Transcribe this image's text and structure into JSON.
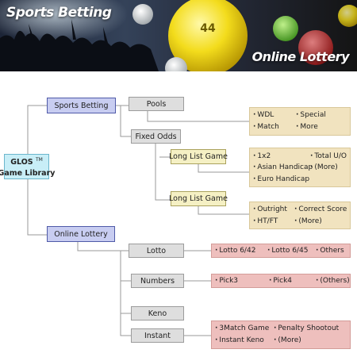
{
  "banner": {
    "title_left": "Sports Betting",
    "title_right": "Online Lottery",
    "ball_number": "44"
  },
  "root": {
    "line1": "GLOS",
    "tm": "TM",
    "line2": "Game Library"
  },
  "sports_betting": {
    "label": "Sports Betting",
    "pools": {
      "label": "Pools",
      "items": [
        "WDL",
        "Special",
        "Match",
        "More"
      ]
    },
    "fixed_odds": {
      "label": "Fixed Odds",
      "long_list_1": {
        "label": "Long List Game",
        "items": [
          "1x2",
          "Total U/O",
          "Asian Handicap",
          "(More)",
          "Euro Handicap"
        ]
      },
      "long_list_2": {
        "label": "Long List Game",
        "items": [
          "Outright",
          "Correct Score",
          "HT/FT",
          "(More)"
        ]
      }
    }
  },
  "online_lottery": {
    "label": "Online Lottery",
    "lotto": {
      "label": "Lotto",
      "items": [
        "Lotto 6/42",
        "Lotto 6/45",
        "Others"
      ]
    },
    "numbers": {
      "label": "Numbers",
      "items": [
        "Pick3",
        "Pick4",
        "(Others)"
      ]
    },
    "keno": {
      "label": "Keno"
    },
    "instant": {
      "label": "Instant",
      "items": [
        "3Match Game",
        "Penalty Shootout",
        "Instant Keno",
        "(More)"
      ]
    }
  },
  "colors": {
    "category": "#c8cdf1",
    "subcategory": "#dedede",
    "game": "#f5f0c4",
    "sports_detail": "#f1e3bf",
    "lottery_detail": "#eebfbd",
    "root": "#c8eef7",
    "line": "#9a9a9a"
  }
}
